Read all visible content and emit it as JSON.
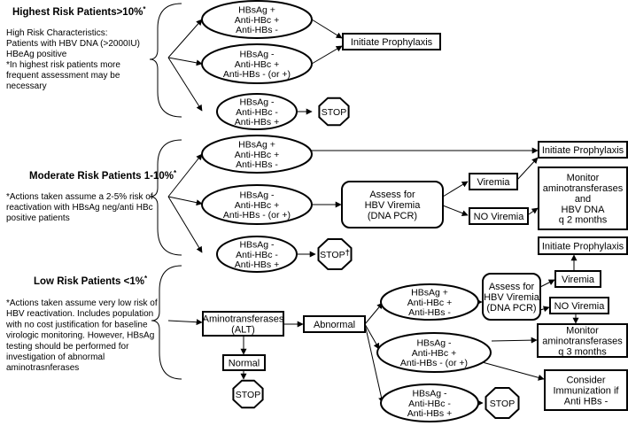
{
  "sections": {
    "highest": {
      "title": "Highest Risk Patients>10%",
      "title_mark": "*",
      "notes": [
        "High Risk Characteristics:",
        "",
        "Patients with HBV DNA (>2000IU)",
        "HBeAg positive",
        "",
        "*In highest risk patients more",
        "frequent assessment may be",
        "necessary"
      ]
    },
    "moderate": {
      "title": "Moderate Risk Patients  1-10%",
      "title_mark": "*",
      "notes": [
        "*Actions taken assume a 2-5% risk  of",
        "reactivation with HBsAg neg/anti HBc",
        "positive patients"
      ]
    },
    "low": {
      "title": "Low Risk Patients <1%",
      "title_mark": "*",
      "notes": [
        "*Actions taken assume very low risk of",
        "HBV reactivation.  Includes population",
        "with no cost justification for baseline",
        "virologic monitoring. However, HBsAg",
        "testing should be performed for",
        "investigation of abnormal",
        "aminotrasnferases"
      ]
    }
  },
  "nodes": {
    "h1": [
      "HBsAg +",
      "Anti-HBc +",
      "Anti-HBs -"
    ],
    "h2": [
      "HBsAg -",
      "Anti-HBc +",
      "Anti-HBs - (or +)"
    ],
    "h3": [
      "HBsAg -",
      "Anti-HBc -",
      "Anti-HBs +"
    ],
    "h_proph": [
      "Initiate Prophylaxis"
    ],
    "h_stop": [
      "STOP"
    ],
    "m1": [
      "HBsAg +",
      "Anti-HBc +",
      "Anti-HBs -"
    ],
    "m2": [
      "HBsAg -",
      "Anti-HBc +",
      "Anti-HBs - (or +)"
    ],
    "m3": [
      "HBsAg -",
      "Anti-HBc -",
      "Anti-HBs +"
    ],
    "m_proph": [
      "Initiate Prophylaxis"
    ],
    "m_assess": [
      "Assess for",
      "HBV Viremia",
      "(DNA PCR)"
    ],
    "m_viremia": [
      "Viremia"
    ],
    "m_noviremia": [
      "NO Viremia"
    ],
    "m_monitor": [
      "Monitor",
      "aminotransferases",
      "and",
      "HBV DNA",
      "q 2 months"
    ],
    "m_stop": [
      "STOP"
    ],
    "m_stop_mark": "†",
    "l_alt": [
      "Aminotransferases",
      "(ALT)"
    ],
    "l_abnormal": [
      "Abnormal"
    ],
    "l_normal": [
      "Normal"
    ],
    "l_stop1": [
      "STOP"
    ],
    "l1": [
      "HBsAg +",
      "Anti-HBc +",
      "Anti-HBs -"
    ],
    "l2": [
      "HBsAg -",
      "Anti-HBc +",
      "Anti-HBs - (or +)"
    ],
    "l3": [
      "HBsAg -",
      "Anti-HBc -",
      "Anti-HBs +"
    ],
    "l_stop2": [
      "STOP"
    ],
    "l_assess": [
      "Assess for",
      "HBV Viremia",
      "(DNA PCR)"
    ],
    "l_proph": [
      "Initiate Prophylaxis"
    ],
    "l_viremia": [
      "Viremia"
    ],
    "l_noviremia": [
      "NO Viremia"
    ],
    "l_monitor": [
      "Monitor",
      "aminotransferases",
      "q 3 months"
    ],
    "l_immun": [
      "Consider",
      "Immunization if",
      "Anti HBs -"
    ]
  }
}
